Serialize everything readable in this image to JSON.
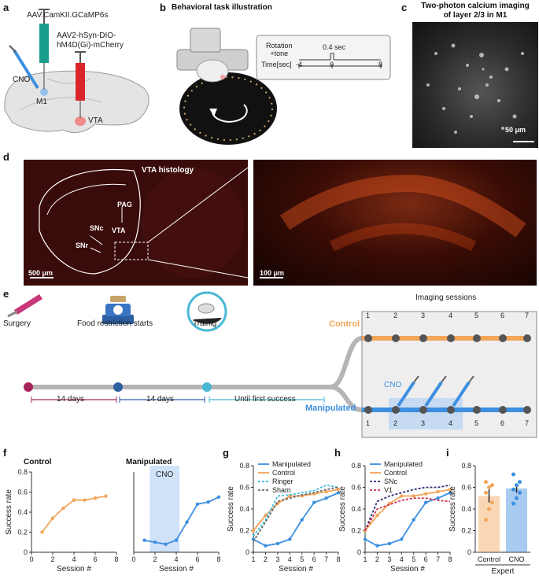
{
  "panels": {
    "a": {
      "label": "a",
      "virus1": "AAV.CamKII.GCaMP6s",
      "virus2_line1": "AAV2-hSyn-DIO-",
      "virus2_line2": "hM4D(Gi)-mCherry",
      "cno": "CNO",
      "region_m1": "M1",
      "region_vta": "VTA",
      "colors": {
        "virus1": "#1a9c8c",
        "virus2": "#d8262c",
        "cno": "#3d8fe0"
      }
    },
    "b": {
      "label": "b",
      "title": "Behavioral task illustration",
      "stim_label_line1": "Rotation",
      "stim_label_line2": "+tone",
      "stim_duration": "0.4 sec",
      "time_label": "Time[sec]",
      "ticks": [
        "-4",
        "0",
        "8"
      ]
    },
    "c": {
      "label": "c",
      "title_line1": "Two-photon calcium imaging",
      "title_line2": "of layer 2/3 in M1",
      "scalebar": "50 μm"
    },
    "d": {
      "label": "d",
      "histology_title": "VTA histology",
      "regions": [
        "PAG",
        "SNc",
        "VTA",
        "SNr"
      ],
      "scalebar_left": "500 μm",
      "scalebar_right": "100 μm"
    },
    "e": {
      "label": "e",
      "steps": [
        "Surgery",
        "Food restriction starts",
        "Trainig"
      ],
      "intervals": [
        "14 days",
        "14 days",
        "Until first success"
      ],
      "imaging_title": "Imaging sessions",
      "group_control": "Control",
      "group_manipulated": "Manipulated",
      "cno": "CNO",
      "sessions": [
        "1",
        "2",
        "3",
        "4",
        "5",
        "6",
        "7"
      ],
      "colors": {
        "surgery": "#a8245a",
        "food": "#2d5fa0",
        "training": "#49b8d6",
        "control": "#f2a65a",
        "manipulated": "#3d8fe0"
      }
    },
    "f": {
      "label": "f"
    },
    "g": {
      "label": "g"
    },
    "h": {
      "label": "h"
    },
    "i": {
      "label": "i"
    }
  },
  "chart_data": [
    {
      "id": "f-control",
      "type": "line",
      "title": "Control",
      "xlabel": "Session #",
      "ylabel": "Success rate",
      "xlim": [
        0,
        8
      ],
      "ylim": [
        0,
        0.8
      ],
      "xticks": [
        "0",
        "2",
        "4",
        "6",
        "8"
      ],
      "yticks": [
        "0",
        "0.2",
        "0.4",
        "0.6",
        "0.8"
      ],
      "series": [
        {
          "x": [
            1,
            2,
            3,
            4,
            5,
            6,
            7
          ],
          "values": [
            0.2,
            0.34,
            0.44,
            0.52,
            0.52,
            0.54,
            0.56
          ],
          "color": "#f2a65a"
        }
      ]
    },
    {
      "id": "f-manipulated",
      "type": "line",
      "title": "Manipulated",
      "annotation": "CNO",
      "xlabel": "Session #",
      "xlim": [
        0,
        8
      ],
      "ylim": [
        0,
        0.8
      ],
      "xticks": [
        "0",
        "2",
        "4",
        "6",
        "8"
      ],
      "shaded_x": [
        1.5,
        4.3
      ],
      "series": [
        {
          "x": [
            1,
            2,
            3,
            4,
            5,
            6,
            7,
            8
          ],
          "values": [
            0.12,
            0.1,
            0.08,
            0.12,
            0.3,
            0.48,
            0.5,
            0.55
          ],
          "color": "#3d8fe0"
        }
      ]
    },
    {
      "id": "g",
      "type": "line",
      "xlabel": "Session #",
      "ylabel": "Success rate",
      "xlim": [
        1,
        8
      ],
      "ylim": [
        0,
        0.8
      ],
      "xticks": [
        "1",
        "2",
        "3",
        "4",
        "5",
        "6",
        "7",
        "8"
      ],
      "yticks": [
        "0",
        "0.2",
        "0.4",
        "0.6",
        "0.8"
      ],
      "legend": [
        "Manipulated",
        "Control",
        "Ringer",
        "Sham"
      ],
      "series": [
        {
          "name": "Manipulated",
          "x": [
            1,
            2,
            3,
            4,
            5,
            6,
            7,
            8
          ],
          "values": [
            0.12,
            0.06,
            0.08,
            0.12,
            0.3,
            0.46,
            0.5,
            0.55
          ],
          "color": "#3d8fe0",
          "dash": false
        },
        {
          "name": "Control",
          "x": [
            1,
            2,
            3,
            4,
            5,
            6,
            7,
            8
          ],
          "values": [
            0.2,
            0.34,
            0.45,
            0.52,
            0.52,
            0.54,
            0.56,
            0.58
          ],
          "color": "#f2a65a",
          "dash": false
        },
        {
          "name": "Ringer",
          "x": [
            1,
            2,
            3,
            4,
            5,
            6,
            7,
            8
          ],
          "values": [
            0.15,
            0.3,
            0.52,
            0.53,
            0.55,
            0.57,
            0.62,
            0.6
          ],
          "color": "#40c0e0",
          "dash": true
        },
        {
          "name": "Sham",
          "x": [
            1,
            2,
            3,
            4,
            5,
            6,
            7,
            8
          ],
          "values": [
            0.1,
            0.28,
            0.47,
            0.5,
            0.53,
            0.55,
            0.58,
            0.6
          ],
          "color": "#666666",
          "dash": true
        }
      ]
    },
    {
      "id": "h",
      "type": "line",
      "xlabel": "Session #",
      "ylabel": "Success rate",
      "xlim": [
        1,
        8
      ],
      "ylim": [
        0,
        0.8
      ],
      "xticks": [
        "1",
        "2",
        "3",
        "4",
        "5",
        "6",
        "7",
        "8"
      ],
      "yticks": [
        "0",
        "0.2",
        "0.4",
        "0.6",
        "0.8"
      ],
      "legend": [
        "Manipulated",
        "Control",
        "SNc",
        "V1"
      ],
      "series": [
        {
          "name": "Manipulated",
          "x": [
            1,
            2,
            3,
            4,
            5,
            6,
            7,
            8
          ],
          "values": [
            0.12,
            0.06,
            0.08,
            0.12,
            0.3,
            0.46,
            0.5,
            0.55
          ],
          "color": "#3d8fe0",
          "dash": false
        },
        {
          "name": "Control",
          "x": [
            1,
            2,
            3,
            4,
            5,
            6,
            7,
            8
          ],
          "values": [
            0.2,
            0.34,
            0.45,
            0.52,
            0.52,
            0.54,
            0.56,
            0.58
          ],
          "color": "#f2a65a",
          "dash": false
        },
        {
          "name": "SNc",
          "x": [
            1,
            2,
            3,
            4,
            5,
            6,
            7,
            8
          ],
          "values": [
            0.2,
            0.47,
            0.52,
            0.55,
            0.58,
            0.6,
            0.6,
            0.62
          ],
          "color": "#2a2f7a",
          "dash": true
        },
        {
          "name": "V1",
          "x": [
            1,
            2,
            3,
            4,
            5,
            6,
            7,
            8
          ],
          "values": [
            0.2,
            0.4,
            0.44,
            0.48,
            0.5,
            0.5,
            0.48,
            0.47
          ],
          "color": "#d03050",
          "dash": true
        }
      ]
    },
    {
      "id": "i",
      "type": "bar",
      "xlabel": "Expert",
      "ylabel": "Success rate",
      "ylim": [
        0,
        0.8
      ],
      "yticks": [
        "0",
        "0.2",
        "0.4",
        "0.6",
        "0.8"
      ],
      "categories": [
        "Control",
        "CNO"
      ],
      "values": [
        0.52,
        0.59
      ],
      "errors": [
        0.06,
        0.04
      ],
      "colors": [
        "#f2a65a",
        "#3d8fe0"
      ],
      "points": [
        [
          0.3,
          0.4,
          0.46,
          0.55,
          0.6,
          0.62,
          0.65
        ],
        [
          0.45,
          0.5,
          0.55,
          0.58,
          0.62,
          0.65,
          0.72
        ]
      ]
    }
  ]
}
